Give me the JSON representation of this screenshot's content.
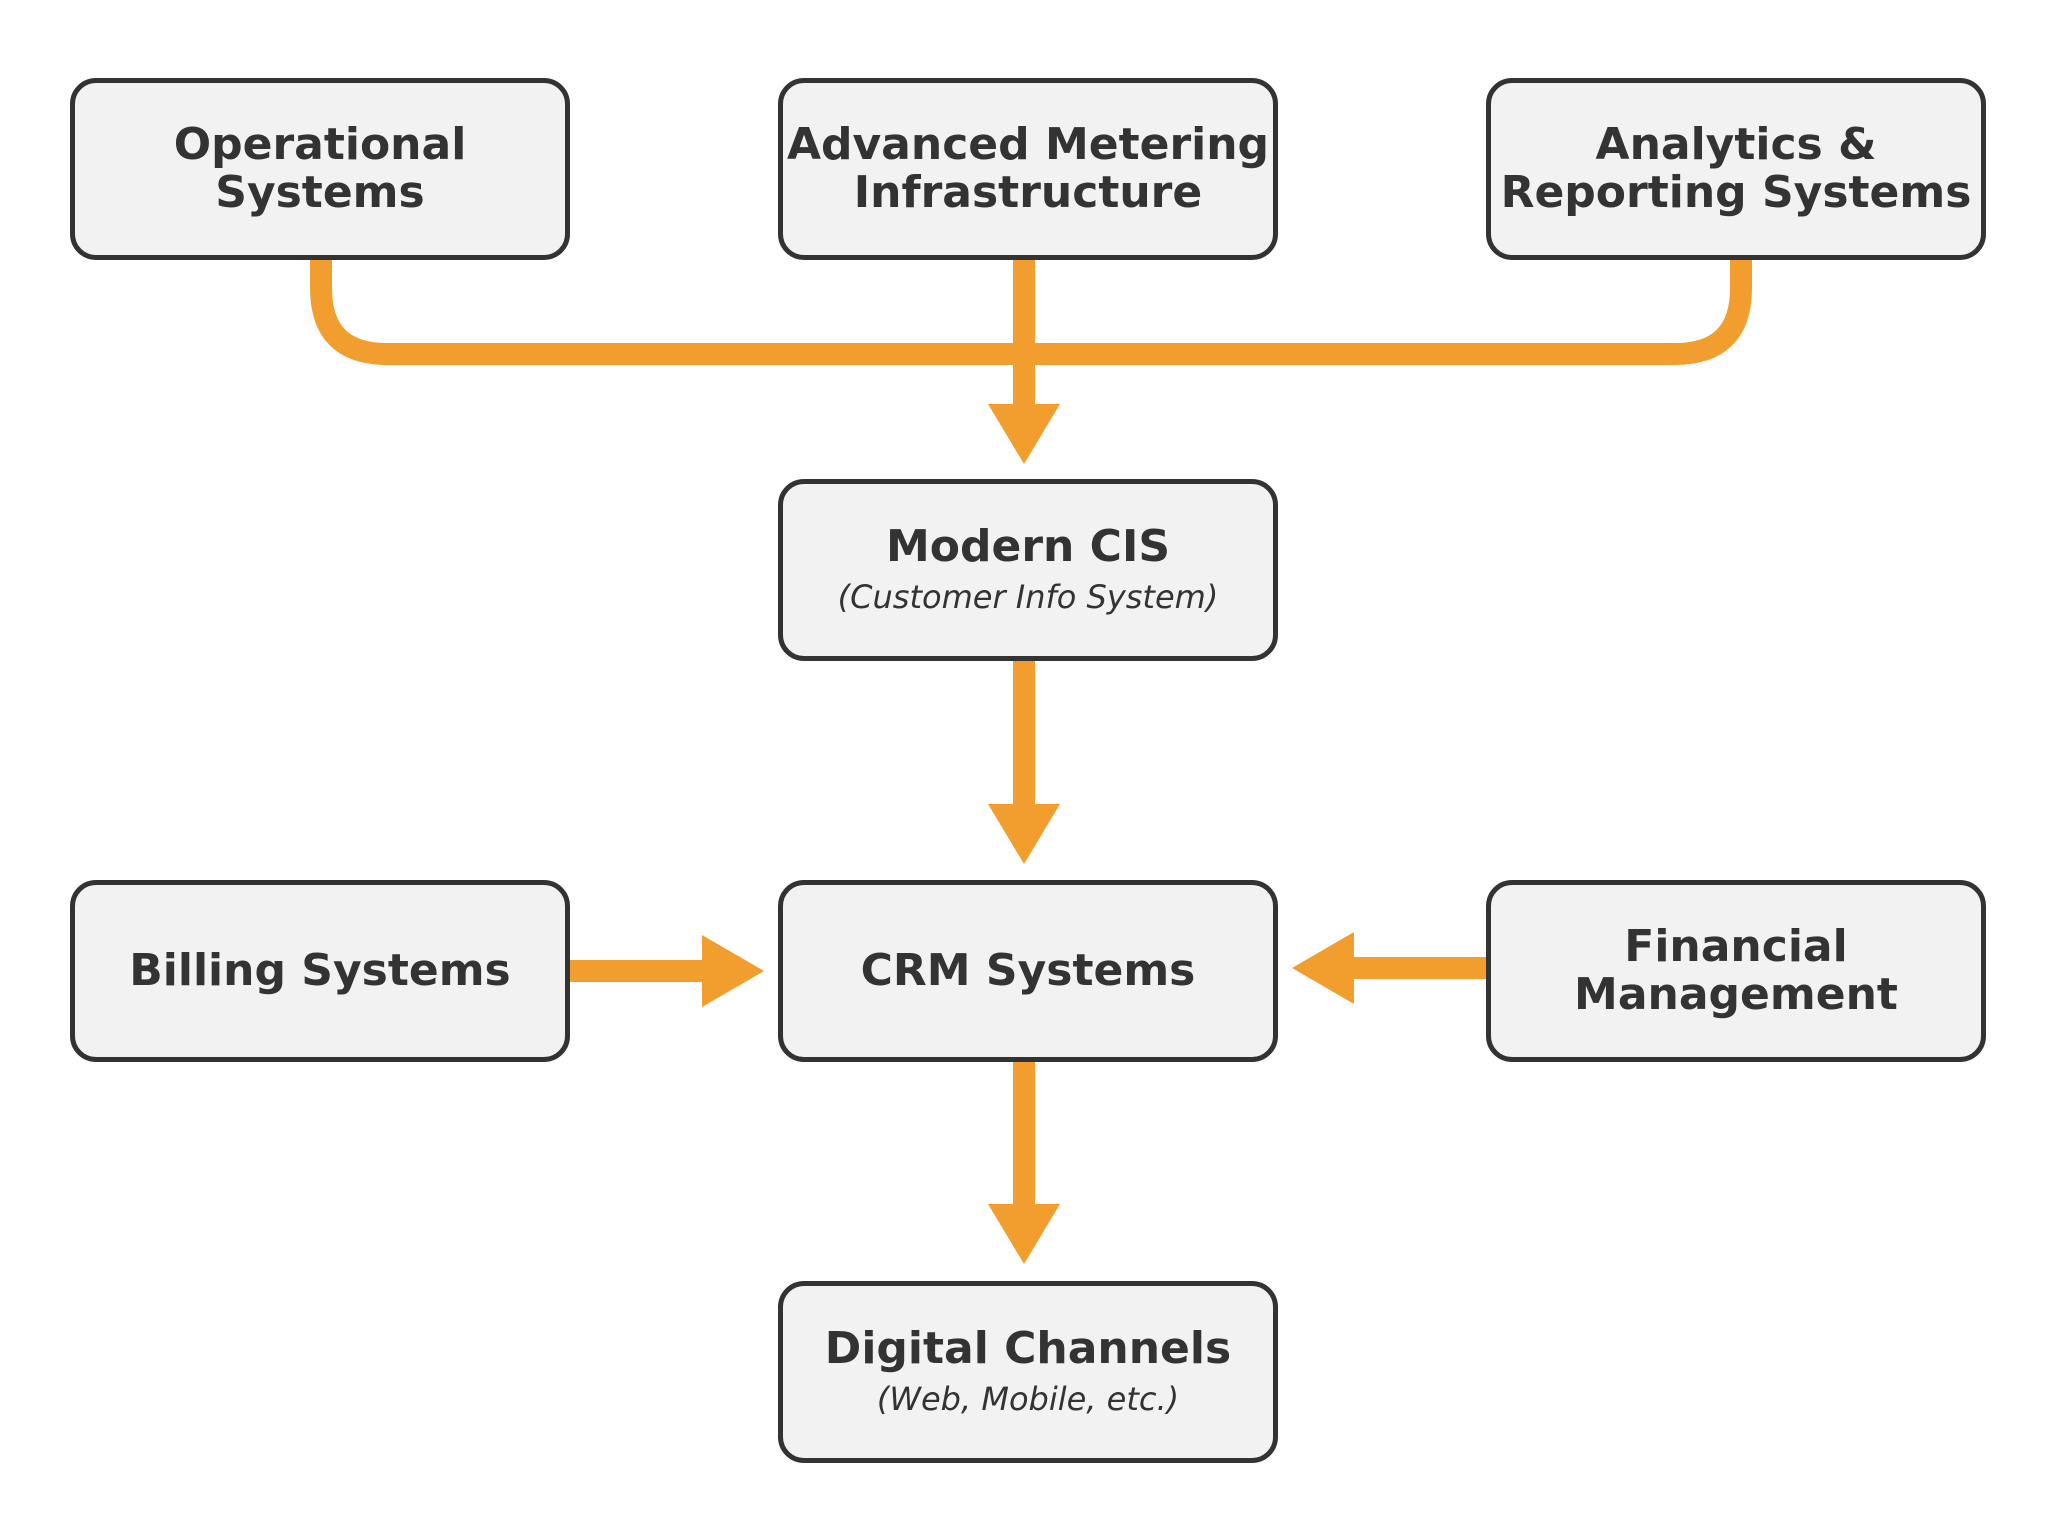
{
  "colors": {
    "connector": "#f29e2e",
    "node_fill": "#f2f2f2",
    "node_border": "#333333",
    "text": "#333333"
  },
  "nodes": {
    "operational": {
      "title": "Operational\nSystems"
    },
    "ami": {
      "title": "Advanced Metering\nInfrastructure"
    },
    "analytics": {
      "title": "Analytics &\nReporting Systems"
    },
    "cis": {
      "title": "Modern CIS",
      "subtitle": "(Customer Info System)"
    },
    "billing": {
      "title": "Billing Systems"
    },
    "crm": {
      "title": "CRM Systems"
    },
    "financial": {
      "title": "Financial\nManagement"
    },
    "digital": {
      "title": "Digital Channels",
      "subtitle": "(Web, Mobile, etc.)"
    }
  },
  "edges": [
    {
      "from": "operational",
      "to": "cis"
    },
    {
      "from": "ami",
      "to": "cis"
    },
    {
      "from": "analytics",
      "to": "cis"
    },
    {
      "from": "cis",
      "to": "crm"
    },
    {
      "from": "billing",
      "to": "crm"
    },
    {
      "from": "financial",
      "to": "crm"
    },
    {
      "from": "crm",
      "to": "digital"
    }
  ]
}
